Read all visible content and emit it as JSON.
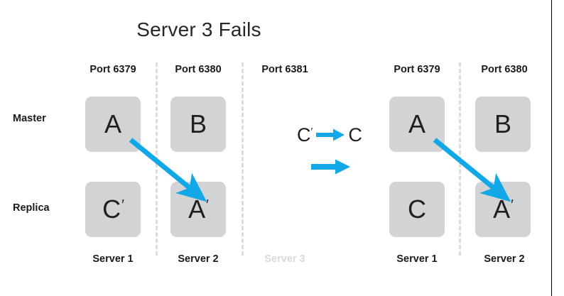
{
  "slide": {
    "title": "Server 3 Fails",
    "accent_color": "#12A7E6",
    "node_fill": "#D2D3D4",
    "text_color": "#1A1A1A",
    "failed_text_color": "#D9D9D9",
    "divider_color": "#DCDCDC",
    "background": "#FFFFFF"
  },
  "row_labels": {
    "master": "Master",
    "replica": "Replica"
  },
  "left_cluster": {
    "ports": [
      "Port 6379",
      "Port 6380",
      "Port 6381"
    ],
    "servers": [
      {
        "name": "Server 1",
        "failed": false
      },
      {
        "name": "Server 2",
        "failed": false
      },
      {
        "name": "Server 3",
        "failed": true
      }
    ],
    "master_row": [
      "A",
      "B",
      ""
    ],
    "replica_row": [
      "C",
      "A",
      ""
    ],
    "replica_row_prime": [
      "′",
      "′",
      ""
    ],
    "master_row_prime": [
      "",
      "",
      ""
    ]
  },
  "right_cluster": {
    "ports": [
      "Port 6379",
      "Port 6380"
    ],
    "servers": [
      {
        "name": "Server 1",
        "failed": false
      },
      {
        "name": "Server 2",
        "failed": false
      }
    ],
    "master_row": [
      "A",
      "B"
    ],
    "master_row_prime": [
      "",
      ""
    ],
    "replica_row": [
      "C",
      "A"
    ],
    "replica_row_prime": [
      "",
      "′"
    ]
  },
  "legend": {
    "from_label": "C",
    "from_prime": "′",
    "to_label": "C",
    "arrow_icon": "right-arrow-icon",
    "plain_arrow_icon": "right-arrow-icon"
  }
}
